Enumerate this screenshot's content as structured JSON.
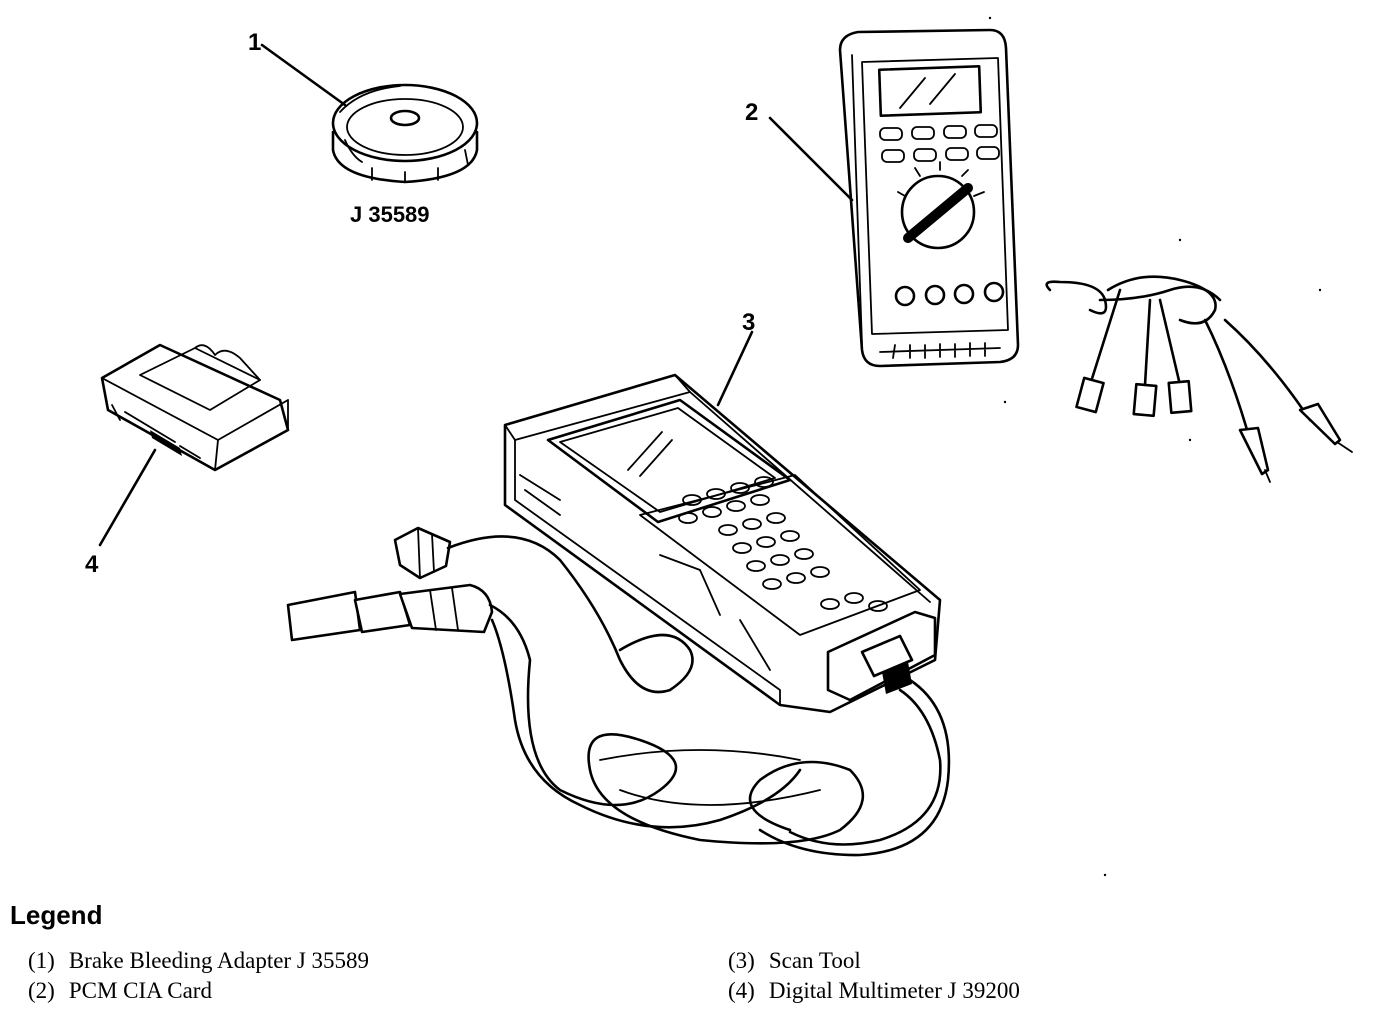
{
  "callouts": {
    "c1": "1",
    "c2": "2",
    "c3": "3",
    "c4": "4"
  },
  "adapter_part_number": "J 35589",
  "legend": {
    "title": "Legend",
    "items": [
      {
        "num": "(1)",
        "text": "Brake Bleeding Adapter J 35589"
      },
      {
        "num": "(2)",
        "text": "PCM CIA Card"
      },
      {
        "num": "(3)",
        "text": "Scan Tool"
      },
      {
        "num": "(4)",
        "text": "Digital Multimeter J 39200"
      }
    ]
  },
  "colors": {
    "ink": "#000000",
    "paper": "#ffffff"
  }
}
